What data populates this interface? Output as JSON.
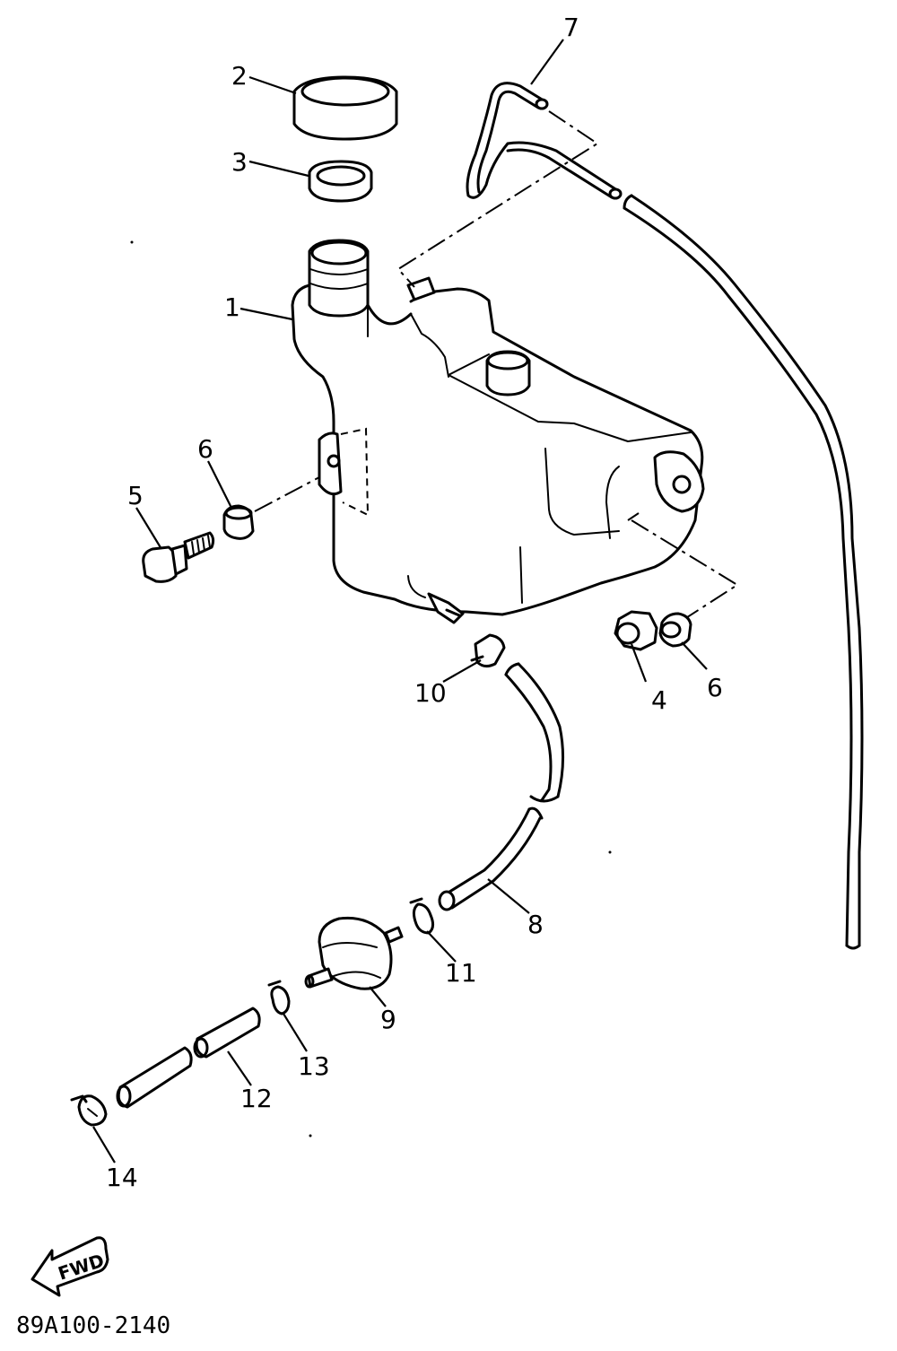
{
  "diagram": {
    "callouts": {
      "c1": "1",
      "c2": "2",
      "c3": "3",
      "c4": "4",
      "c5": "5",
      "c6a": "6",
      "c6b": "6",
      "c7": "7",
      "c8": "8",
      "c9": "9",
      "c10": "10",
      "c11": "11",
      "c12": "12",
      "c13": "13",
      "c14": "14"
    },
    "direction_marker": "FWD",
    "figure_code": "89A100-2140"
  }
}
